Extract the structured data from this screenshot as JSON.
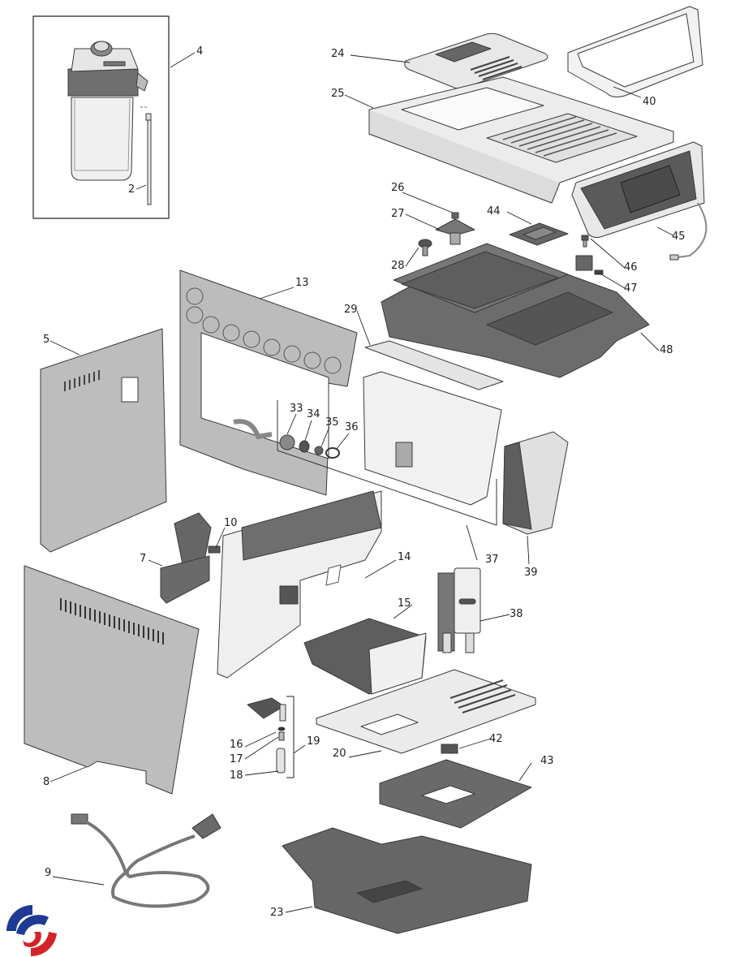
{
  "diagram": {
    "type": "exploded-parts-diagram",
    "subject": "automatic coffee machine housing parts",
    "colors": {
      "part_light": "#e4e4e4",
      "part_mid": "#b8b8b8",
      "part_dark": "#6f6f6f",
      "outline": "#3a3a3a",
      "logo_blue": "#1f3a93",
      "logo_red": "#d4232b"
    },
    "inset_box": {
      "contains_parts": [
        "2",
        "4"
      ]
    },
    "groups": [
      {
        "label": "19",
        "members": [
          "16",
          "17",
          "18"
        ]
      },
      {
        "label": "37",
        "members": [
          "33",
          "34",
          "35",
          "36"
        ]
      }
    ],
    "parts": [
      {
        "id": "p2",
        "label": "2",
        "description": "milk suction tube"
      },
      {
        "id": "p4",
        "label": "4",
        "description": "milk container"
      },
      {
        "id": "p5",
        "label": "5",
        "description": "side panel inner"
      },
      {
        "id": "p7",
        "label": "7",
        "description": "hinge bracket"
      },
      {
        "id": "p8",
        "label": "8",
        "description": "side panel"
      },
      {
        "id": "p9",
        "label": "9",
        "description": "power cord"
      },
      {
        "id": "p10",
        "label": "10",
        "description": "clip"
      },
      {
        "id": "p13",
        "label": "13",
        "description": "frame panel"
      },
      {
        "id": "p14",
        "label": "14",
        "description": "front housing"
      },
      {
        "id": "p15",
        "label": "15",
        "description": "grounds drawer"
      },
      {
        "id": "p16",
        "label": "16",
        "description": "o-ring"
      },
      {
        "id": "p17",
        "label": "17",
        "description": "nozzle"
      },
      {
        "id": "p18",
        "label": "18",
        "description": "tube"
      },
      {
        "id": "p19",
        "label": "19",
        "description": "nozzle assembly"
      },
      {
        "id": "p20",
        "label": "20",
        "description": "cup grid"
      },
      {
        "id": "p23",
        "label": "23",
        "description": "drip tray"
      },
      {
        "id": "p24",
        "label": "24",
        "description": "bean lid"
      },
      {
        "id": "p25",
        "label": "25",
        "description": "top cover"
      },
      {
        "id": "p26",
        "label": "26",
        "description": "knob pin"
      },
      {
        "id": "p27",
        "label": "27",
        "description": "cone"
      },
      {
        "id": "p28",
        "label": "28",
        "description": "grind knob"
      },
      {
        "id": "p29",
        "label": "29",
        "description": "tank lid"
      },
      {
        "id": "p33",
        "label": "33",
        "description": "valve housing"
      },
      {
        "id": "p34",
        "label": "34",
        "description": "seal"
      },
      {
        "id": "p35",
        "label": "35",
        "description": "valve"
      },
      {
        "id": "p36",
        "label": "36",
        "description": "spring"
      },
      {
        "id": "p37",
        "label": "37",
        "description": "water tank"
      },
      {
        "id": "p38",
        "label": "38",
        "description": "dispenser"
      },
      {
        "id": "p39",
        "label": "39",
        "description": "side cover"
      },
      {
        "id": "p40",
        "label": "40",
        "description": "panel frame"
      },
      {
        "id": "p42",
        "label": "42",
        "description": "float"
      },
      {
        "id": "p43",
        "label": "43",
        "description": "tray support"
      },
      {
        "id": "p44",
        "label": "44",
        "description": "cover"
      },
      {
        "id": "p45",
        "label": "45",
        "description": "control panel"
      },
      {
        "id": "p46",
        "label": "46",
        "description": "screw"
      },
      {
        "id": "p47",
        "label": "47",
        "description": "switch"
      },
      {
        "id": "p48",
        "label": "48",
        "description": "upper frame"
      }
    ]
  },
  "labels": {
    "l2": "2",
    "l4": "4",
    "l5": "5",
    "l7": "7",
    "l8": "8",
    "l9": "9",
    "l10": "10",
    "l13": "13",
    "l14": "14",
    "l15": "15",
    "l16": "16",
    "l17": "17",
    "l18": "18",
    "l19": "19",
    "l20": "20",
    "l23": "23",
    "l24": "24",
    "l25": "25",
    "l26": "26",
    "l27": "27",
    "l28": "28",
    "l29": "29",
    "l33": "33",
    "l34": "34",
    "l35": "35",
    "l36": "36",
    "l37": "37",
    "l38": "38",
    "l39": "39",
    "l40": "40",
    "l42": "42",
    "l43": "43",
    "l44": "44",
    "l45": "45",
    "l46": "46",
    "l47": "47",
    "l48": "48"
  },
  "logo": {
    "name": "brand-logo"
  }
}
